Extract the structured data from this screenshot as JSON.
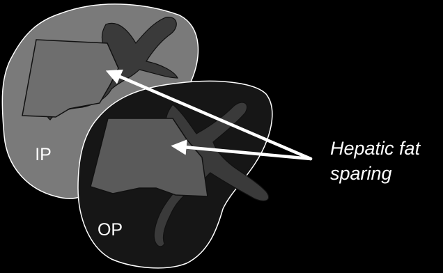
{
  "labels": {
    "ip": "IP",
    "op": "OP",
    "annotation_line1": "Hepatic fat",
    "annotation_line2": "sparing"
  },
  "colors": {
    "background": "#000000",
    "ip_liver": "#7a7a7a",
    "op_liver": "#161616",
    "vessel": "#3a3a3a",
    "ip_sparing_region": "#6e6e6e",
    "op_sparing_region": "#5a5a5a",
    "outline_light": "#ffffff",
    "outline_dark": "#111111",
    "arrow": "#ffffff",
    "text": "#ffffff"
  }
}
